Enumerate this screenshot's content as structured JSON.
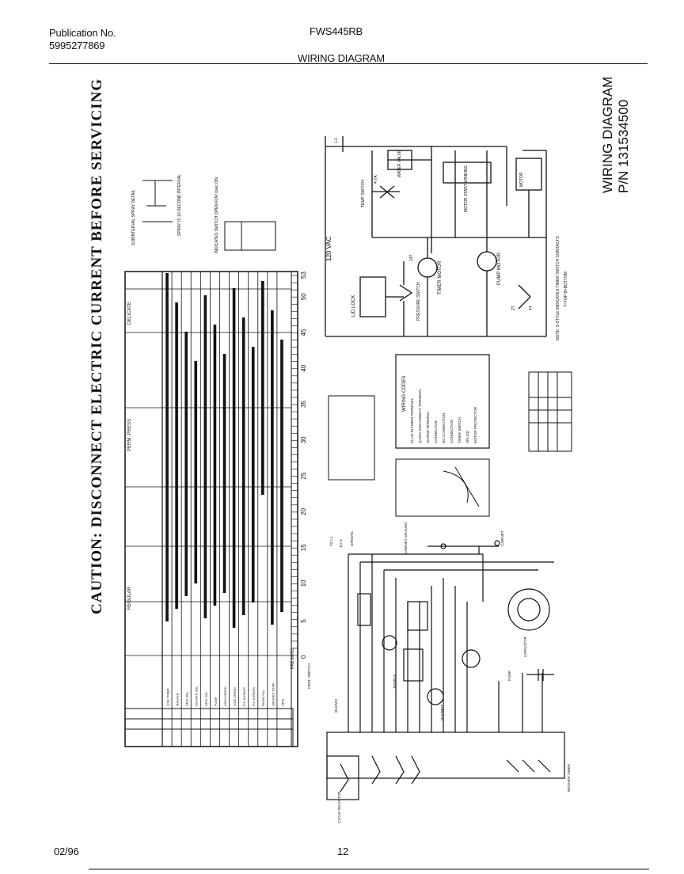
{
  "header": {
    "pub_label": "Publication No.",
    "pub_number": "5995277869",
    "model": "FWS445RB",
    "section": "WIRING DIAGRAM"
  },
  "caption": "CAUTION: DISCONNECT ELECTRIC CURRENT BEFORE SERVICING",
  "diagram_title": {
    "line1": "WIRING DIAGRAM",
    "line2": "P/N 131534500"
  },
  "schematic": {
    "voltage": "120 VAC",
    "timer_motor": "TIMER MOTOR",
    "pump_motor": "PUMP MOTOR",
    "lid_lock": "LID LOCK",
    "pressure_switch": "PRESSURE SWITCH",
    "temp_switch": "TEMP SWITCH",
    "water_valve": "WATER VALVE",
    "motor_start": "MOTOR START WINDING",
    "motor": "MOTOR",
    "note": "NOTE: S-STYLE INDICATES TIMER SWITCH CONTACTS",
    "note2": "T=TOP  B=BOTTOM"
  },
  "legend": {
    "title": "WIRING CODES",
    "items": [
      "PLUG-IN TIMER TERMINAL",
      "QUICK DISCONNECT TERMINAL",
      "SCREW TERMINAL",
      "CONNECTOR",
      "NO CONNECTION",
      "CONNECTION",
      "TIMER SWITCH",
      "SPLICE",
      "MOTOR PROTECTOR"
    ]
  },
  "timer_chart": {
    "sections": [
      "REGULAR",
      "PERM. PRESS",
      "DELICATE"
    ],
    "columns": [
      "0",
      "5",
      "10",
      "15",
      "20",
      "25",
      "30",
      "35",
      "40",
      "45",
      "50",
      "53"
    ],
    "rows": [
      "LINE TIMER",
      "MASTER",
      "SPIN SOL",
      "AGITATE SOL",
      "SPIN SOL",
      "PUMP",
      "HIGH SPEED",
      "LOW SPEED",
      "P.S. BYPASS",
      "P.S. BYPASS",
      "RINSE FILL",
      "WASHED TEMP",
      "SPIN"
    ],
    "footer": "PRE MATIC"
  },
  "footer": {
    "date": "02/96",
    "page": "12"
  }
}
